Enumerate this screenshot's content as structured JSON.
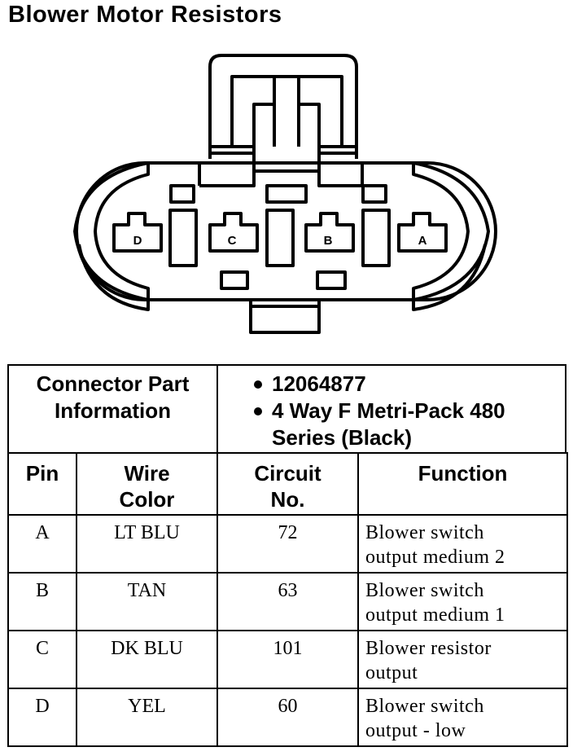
{
  "title": "Blower Motor Resistors",
  "connector": {
    "pin_labels": [
      "D",
      "C",
      "B",
      "A"
    ]
  },
  "part_info": {
    "label_line1": "Connector Part",
    "label_line2": "Information",
    "part_number": "12064877",
    "description_line1": "4 Way F Metri-Pack 480",
    "description_line2": "Series (Black)"
  },
  "table": {
    "headers": {
      "pin": "Pin",
      "wire_color_line1": "Wire",
      "wire_color_line2": "Color",
      "circuit_line1": "Circuit",
      "circuit_line2": "No.",
      "function": "Function"
    },
    "rows": [
      {
        "pin": "A",
        "wire_color": "LT BLU",
        "circuit": "72",
        "function_line1": "Blower switch",
        "function_line2": "output medium 2"
      },
      {
        "pin": "B",
        "wire_color": "TAN",
        "circuit": "63",
        "function_line1": "Blower switch",
        "function_line2": "output medium 1"
      },
      {
        "pin": "C",
        "wire_color": "DK BLU",
        "circuit": "101",
        "function_line1": "Blower resistor",
        "function_line2": "output"
      },
      {
        "pin": "D",
        "wire_color": "YEL",
        "circuit": "60",
        "function_line1": "Blower switch",
        "function_line2": "output - low"
      }
    ]
  }
}
